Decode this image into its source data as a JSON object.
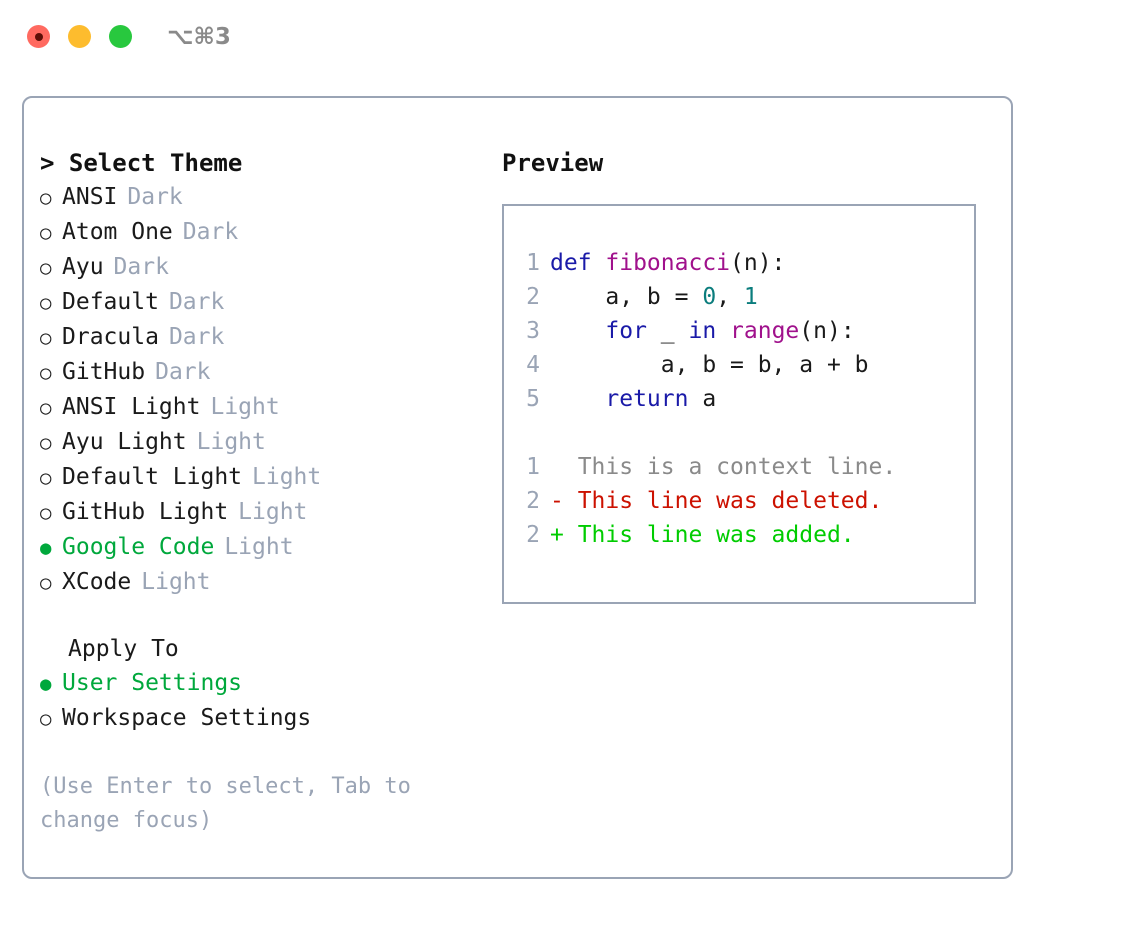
{
  "titlebar": {
    "shortcut": "⌥⌘3",
    "lights": [
      {
        "name": "close",
        "color": "#ff6a60"
      },
      {
        "name": "minimize",
        "color": "#fdbc2e"
      },
      {
        "name": "maximize",
        "color": "#28c83e"
      }
    ]
  },
  "theme_panel": {
    "header": "> Select Theme",
    "options": [
      {
        "bullet": "○",
        "name": "ANSI",
        "tag": "Dark",
        "selected": false
      },
      {
        "bullet": "○",
        "name": "Atom One",
        "tag": "Dark",
        "selected": false
      },
      {
        "bullet": "○",
        "name": "Ayu",
        "tag": "Dark",
        "selected": false
      },
      {
        "bullet": "○",
        "name": "Default",
        "tag": "Dark",
        "selected": false
      },
      {
        "bullet": "○",
        "name": "Dracula",
        "tag": "Dark",
        "selected": false
      },
      {
        "bullet": "○",
        "name": "GitHub",
        "tag": "Dark",
        "selected": false
      },
      {
        "bullet": "○",
        "name": "ANSI Light",
        "tag": "Light",
        "selected": false
      },
      {
        "bullet": "○",
        "name": "Ayu Light",
        "tag": "Light",
        "selected": false
      },
      {
        "bullet": "○",
        "name": "Default Light",
        "tag": "Light",
        "selected": false
      },
      {
        "bullet": "○",
        "name": "GitHub Light",
        "tag": "Light",
        "selected": false
      },
      {
        "bullet": "●",
        "name": "Google Code",
        "tag": "Light",
        "selected": true
      },
      {
        "bullet": "○",
        "name": "XCode",
        "tag": "Light",
        "selected": false
      }
    ]
  },
  "apply_to": {
    "header": "Apply To",
    "options": [
      {
        "bullet": "●",
        "name": "User Settings",
        "selected": true
      },
      {
        "bullet": "○",
        "name": "Workspace Settings",
        "selected": false
      }
    ]
  },
  "hint": "(Use Enter to select, Tab to change focus)",
  "preview": {
    "title": "Preview",
    "code_lines": [
      {
        "lineno": "1",
        "tokens": [
          {
            "text": "def ",
            "type": "kw"
          },
          {
            "text": "fibonacci",
            "type": "fn"
          },
          {
            "text": "(n):",
            "type": "pl"
          }
        ]
      },
      {
        "lineno": "2",
        "tokens": [
          {
            "text": "    a, b = ",
            "type": "pl"
          },
          {
            "text": "0",
            "type": "num"
          },
          {
            "text": ", ",
            "type": "pl"
          },
          {
            "text": "1",
            "type": "num"
          }
        ]
      },
      {
        "lineno": "3",
        "tokens": [
          {
            "text": "    ",
            "type": "pl"
          },
          {
            "text": "for",
            "type": "kw"
          },
          {
            "text": " _ ",
            "type": "pl"
          },
          {
            "text": "in",
            "type": "kw"
          },
          {
            "text": " ",
            "type": "pl"
          },
          {
            "text": "range",
            "type": "fn"
          },
          {
            "text": "(n):",
            "type": "pl"
          }
        ]
      },
      {
        "lineno": "4",
        "tokens": [
          {
            "text": "        a, b = b, a + b",
            "type": "pl"
          }
        ]
      },
      {
        "lineno": "5",
        "tokens": [
          {
            "text": "    ",
            "type": "pl"
          },
          {
            "text": "return",
            "type": "kw"
          },
          {
            "text": " a",
            "type": "pl"
          }
        ]
      }
    ],
    "diff_lines": [
      {
        "lineno": "1",
        "marker": " ",
        "text": "  This is a context line.",
        "type": "ctx"
      },
      {
        "lineno": "2",
        "marker": "-",
        "text": "- This line was deleted.",
        "type": "del"
      },
      {
        "lineno": "2",
        "marker": "+",
        "text": "+ This line was added.",
        "type": "add"
      }
    ]
  },
  "colors": {
    "accent_green": "#00a83c",
    "muted": "#9aa4b5",
    "keyword": "#1a1aa8",
    "function": "#a0118c",
    "number": "#0b7d7d",
    "diff_delete": "#cc1100",
    "diff_add": "#00cc00",
    "border": "#9aa4b5"
  }
}
